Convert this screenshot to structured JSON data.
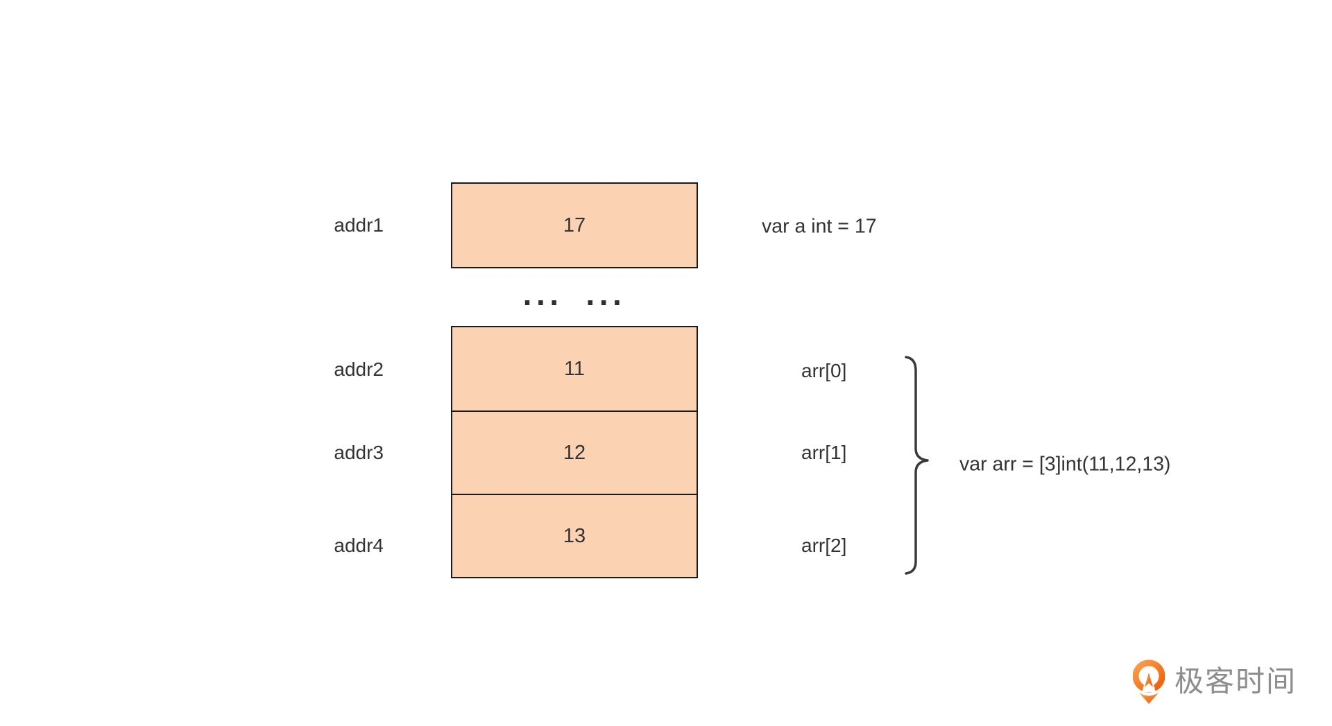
{
  "memory_diagram": {
    "scalar": {
      "address_label": "addr1",
      "value": "17",
      "annotation": "var a int = 17"
    },
    "ellipsis": "··· ···",
    "array": {
      "annotation": "var arr = [3]int(11,12,13)",
      "rows": [
        {
          "address_label": "addr2",
          "value": "11",
          "element_label": "arr[0]"
        },
        {
          "address_label": "addr3",
          "value": "12",
          "element_label": "arr[1]"
        },
        {
          "address_label": "addr4",
          "value": "13",
          "element_label": "arr[2]"
        }
      ]
    },
    "colors": {
      "cell_fill": "#FBD3B2",
      "cell_border": "#1A1A1A",
      "text": "#333333"
    }
  },
  "branding": {
    "logo_text": "极客时间",
    "logo_orange": "#F8731D",
    "logo_text_color": "#8D8D8D"
  }
}
